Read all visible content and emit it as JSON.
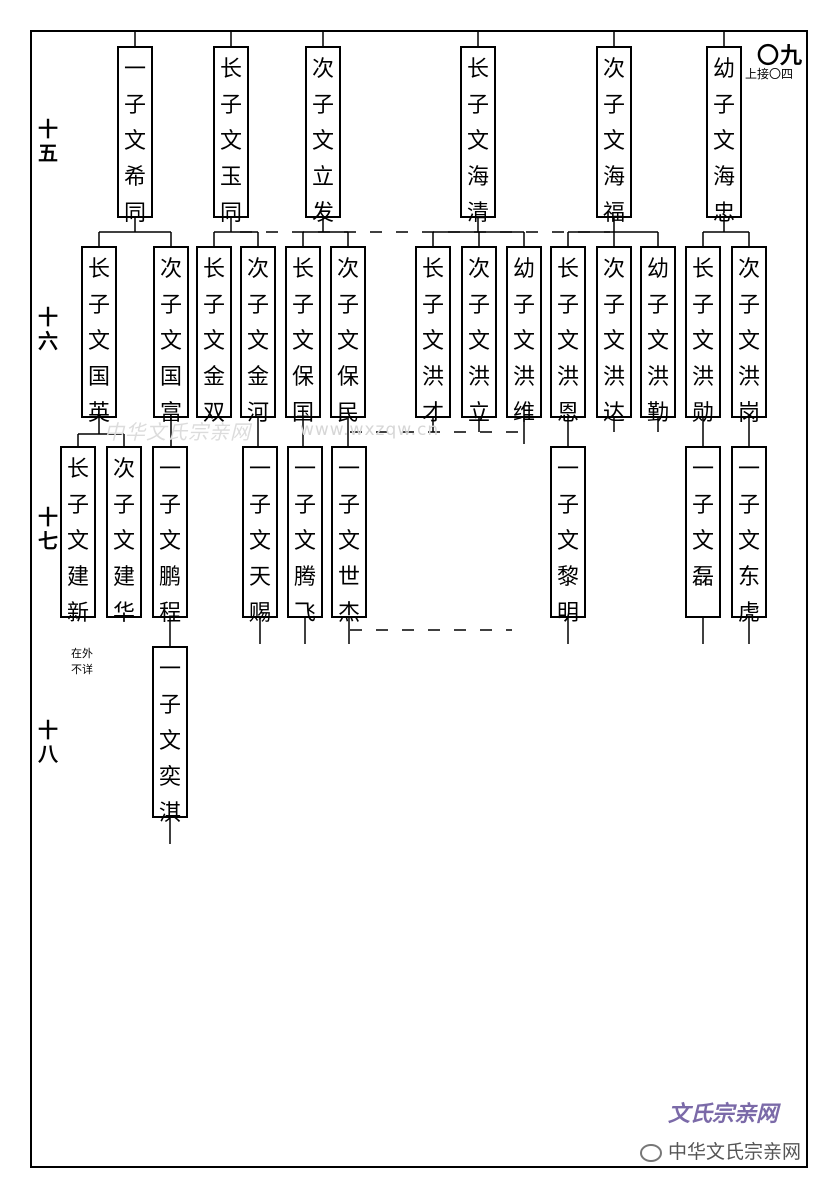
{
  "page_number": "〇九",
  "page_ref": "上接〇四",
  "generations": [
    {
      "label": "十五",
      "chars": [
        "十",
        "五"
      ]
    },
    {
      "label": "十六",
      "chars": [
        "十",
        "六"
      ]
    },
    {
      "label": "十七",
      "chars": [
        "十",
        "七"
      ]
    },
    {
      "label": "十八",
      "chars": [
        "十",
        "八"
      ]
    }
  ],
  "note_lines": [
    "在外",
    "不详"
  ],
  "watermark_main": "中华文氏宗亲网",
  "watermark_url": "www.wxzqw.cn",
  "logo_text": "文氏宗亲网",
  "footer_brand": "中华文氏宗亲网",
  "persons": [
    {
      "id": "g15-1",
      "text": "一子文希同"
    },
    {
      "id": "g15-2",
      "text": "长子文玉同"
    },
    {
      "id": "g15-3",
      "text": "次子文立发"
    },
    {
      "id": "g15-4",
      "text": "长子文海清"
    },
    {
      "id": "g15-5",
      "text": "次子文海福"
    },
    {
      "id": "g15-6",
      "text": "幼子文海忠"
    },
    {
      "id": "g16-1",
      "text": "长子文国英"
    },
    {
      "id": "g16-2",
      "text": "次子文国富"
    },
    {
      "id": "g16-3",
      "text": "长子文金双"
    },
    {
      "id": "g16-4",
      "text": "次子文金河"
    },
    {
      "id": "g16-5",
      "text": "长子文保国"
    },
    {
      "id": "g16-6",
      "text": "次子文保民"
    },
    {
      "id": "g16-7",
      "text": "长子文洪才"
    },
    {
      "id": "g16-8",
      "text": "次子文洪立"
    },
    {
      "id": "g16-9",
      "text": "幼子文洪维"
    },
    {
      "id": "g16-10",
      "text": "长子文洪恩"
    },
    {
      "id": "g16-11",
      "text": "次子文洪达"
    },
    {
      "id": "g16-12",
      "text": "幼子文洪勤"
    },
    {
      "id": "g16-13",
      "text": "长子文洪勋"
    },
    {
      "id": "g16-14",
      "text": "次子文洪岗"
    },
    {
      "id": "g17-1",
      "text": "长子文建新"
    },
    {
      "id": "g17-2",
      "text": "次子文建华"
    },
    {
      "id": "g17-3",
      "text": "一子文鹏程"
    },
    {
      "id": "g17-4",
      "text": "一子文天赐"
    },
    {
      "id": "g17-5",
      "text": "一子文腾飞"
    },
    {
      "id": "g17-6",
      "text": "一子文世杰"
    },
    {
      "id": "g17-7",
      "text": "一子文黎明"
    },
    {
      "id": "g17-8",
      "text": "一子文磊"
    },
    {
      "id": "g17-9",
      "text": "一子文东虎"
    },
    {
      "id": "g18-1",
      "text": "一子文奕淇"
    }
  ]
}
